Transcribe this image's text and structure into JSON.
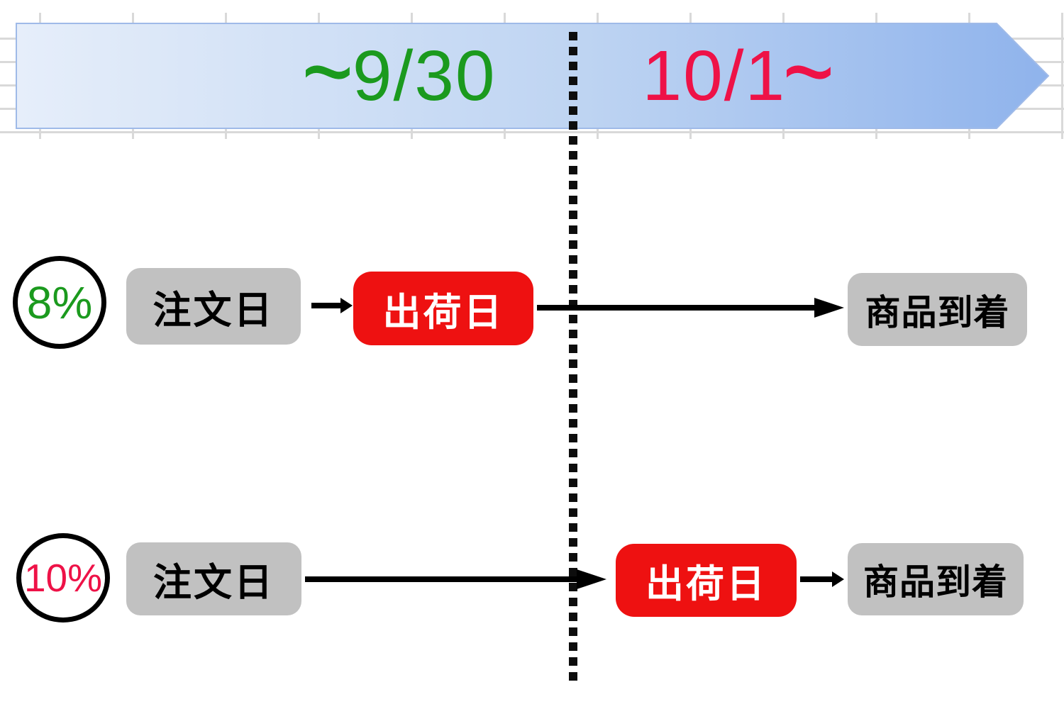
{
  "banner": {
    "left_period": {
      "tilde": "~",
      "date": "9/30"
    },
    "right_period": {
      "date": "10/1",
      "tilde": "~"
    },
    "left_color": "#1b9a1e",
    "right_color": "#ee1247",
    "fill_start": "#e6eefa",
    "fill_mid": "#bed4f2",
    "fill_end": "#8fb3ec"
  },
  "divider": {
    "style": "dotted",
    "color": "#0d0d0d"
  },
  "rows": [
    {
      "rate": "8%",
      "rate_color": "#1b9a1e",
      "order_label": "注文日",
      "ship_label": "出荷日",
      "arrival_label": "商品到着"
    },
    {
      "rate": "10%",
      "rate_color": "#ee1247",
      "order_label": "注文日",
      "ship_label": "出荷日",
      "arrival_label": "商品到着"
    }
  ],
  "colors": {
    "box_gray": "#c1c1c1",
    "box_red": "#ee1111",
    "arrow_black": "#000000",
    "gridline": "#d9d9d9"
  }
}
